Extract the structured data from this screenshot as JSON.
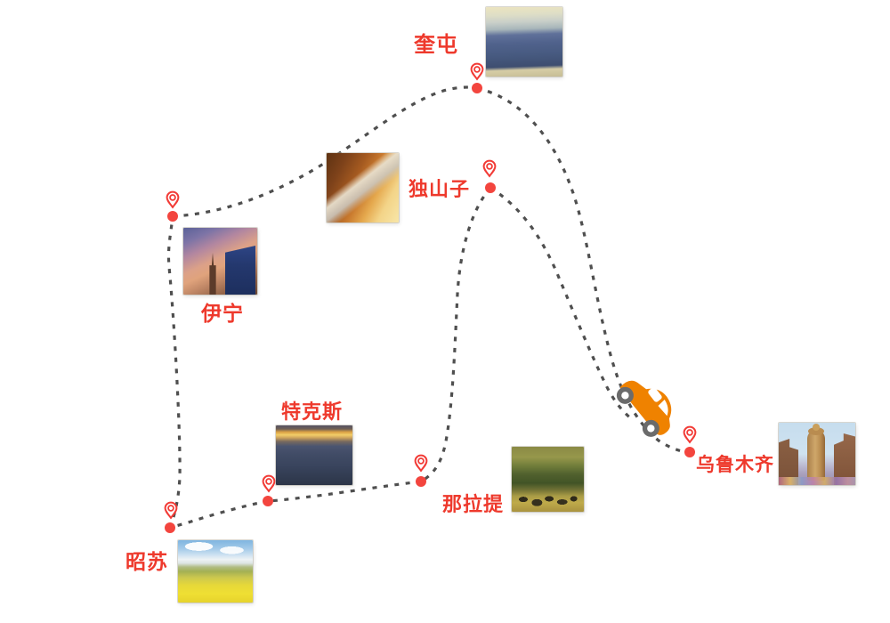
{
  "colors": {
    "background": "#ffffff",
    "route_dash": "#4f4f4f",
    "marker_red": "#f23b36",
    "label_red": "#ee392c",
    "car_orange": "#ef8200",
    "wheel_gray": "#6b6b6b"
  },
  "cities": [
    {
      "name": "奎屯",
      "photo_scene": "canyon cliffs under a pale cloudy sky"
    },
    {
      "name": "独山子",
      "photo_scene": "sunset over a canyon river bend"
    },
    {
      "name": "伊宁",
      "photo_scene": "grand blue building and clock tower at sunset"
    },
    {
      "name": "特克斯",
      "photo_scene": "aerial view of the town at dusk"
    },
    {
      "name": "那拉提",
      "photo_scene": "grassland with grazing horses"
    },
    {
      "name": "昭苏",
      "photo_scene": "rapeseed flower fields below snow mountains"
    },
    {
      "name": "乌鲁木齐",
      "photo_scene": "bazaar tower between tan buildings"
    }
  ],
  "icons": {
    "marker": "map-pin-icon",
    "stop": "route-stop-dot",
    "vehicle": "car-icon"
  }
}
